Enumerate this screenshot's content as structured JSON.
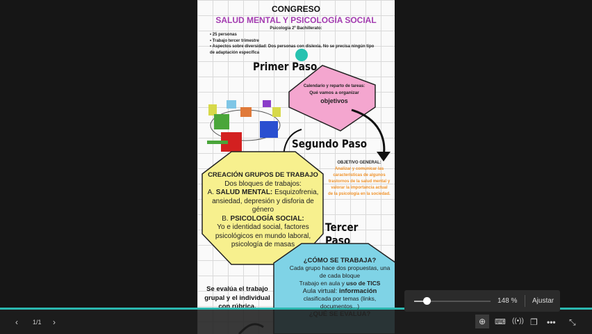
{
  "document": {
    "title": "CONGRESO",
    "subtitle": "SALUD MENTAL Y PSICOLOGÍA SOCIAL",
    "course": "Psicología 2º Bachillerato:",
    "bullets": [
      "25 personas",
      "Trabajo tercer trimestre",
      "Aspectos sobre diversidad: Dos personas con dislexia. No se precisa ningún tipo de adaptación específica"
    ],
    "step1": "Primer Paso",
    "step1_box": {
      "title": "Calendario y reparto de tareas:",
      "item1": "Qué vamos a organizar",
      "item2": "objetivos"
    },
    "step2": "Segundo Paso",
    "objective": {
      "title": "OBJETIVO GENERAL:",
      "text": "Analizar y comunicar las características de algunos trastornos de la salud mental y valorar la importancia actual de la psicología en la sociedad."
    },
    "step2_box": {
      "title": "CREACIÓN GRUPOS DE TRABAJO",
      "line1": "Dos bloques de trabajos:",
      "a_label": "A.",
      "a_bold": "SALUD MENTAL:",
      "a_text": "Esquizofrenia, ansiedad, depresión y disforia de género",
      "b_label": "B.",
      "b_bold": "PSICOLOGÍA SOCIAL:",
      "b_text": "Yo e identidad social, factores psicológicos en mundo laboral, psicología de masas"
    },
    "step3": "Tercer Paso",
    "step3_box": {
      "title": "¿CÓMO SE TRABAJA?",
      "item1": "Cada grupo hace dos propuestas, una de cada bloque",
      "item2a": "Trabajo en aula y ",
      "item2b": "uso de TICS",
      "line3a": "Aula virtual: ",
      "line3b": "información",
      "line4": "clasificada por temas (links, documentos...)",
      "title2": "¿QUÉ SE EVALUA?"
    },
    "evaluation": "Se evalúa el trabajo grupal y el individual con rúbrica."
  },
  "viewer": {
    "page": "1/1",
    "zoom": "148 %",
    "fit_label": "Ajustar",
    "zoom_fraction": 0.18
  },
  "colors": {
    "accent": "#2bb8b0",
    "pink": "#f4a6cf",
    "yellow": "#f7f08e",
    "blue": "#7fd3e6",
    "orange": "#f0932b",
    "purple": "#a33bb0"
  }
}
